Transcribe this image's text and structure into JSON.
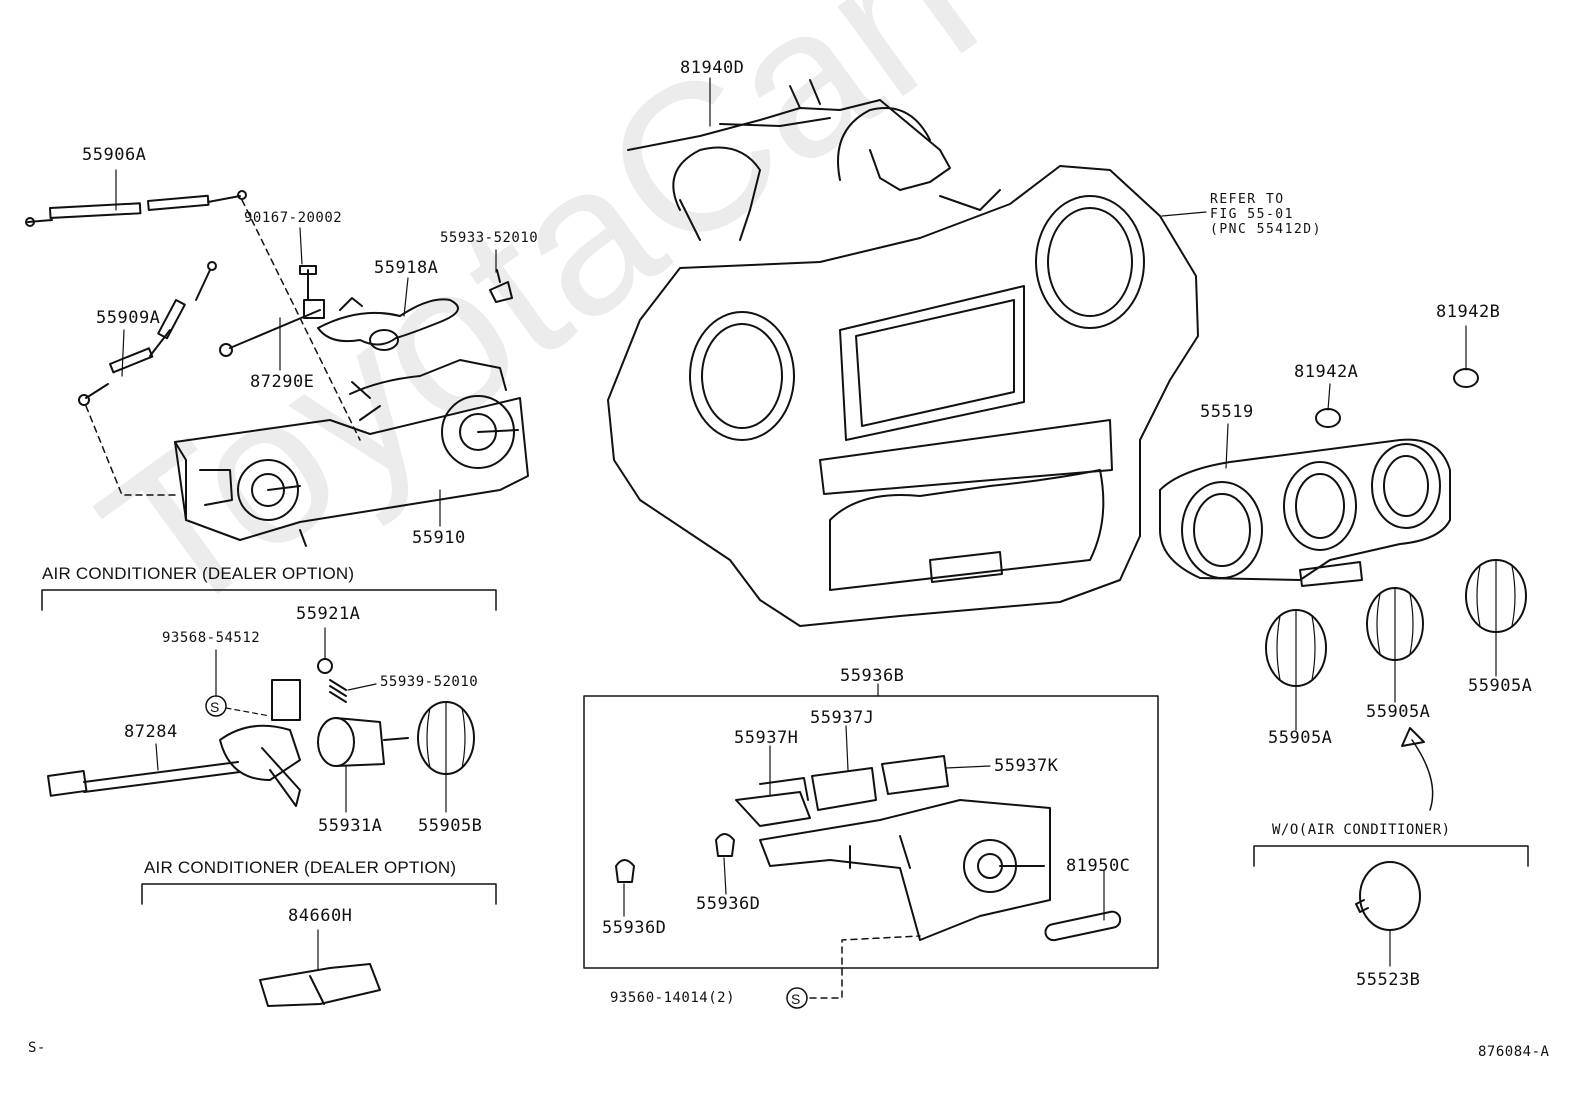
{
  "diagram": {
    "watermark": "ToyotaCarHelp.ru",
    "part_labels": {
      "p_55906A": "55906A",
      "p_90167": "90167-20002",
      "p_55933": "55933-52010",
      "p_55918A": "55918A",
      "p_55909A": "55909A",
      "p_87290E": "87290E",
      "p_55910": "55910",
      "p_55921A": "55921A",
      "p_93568": "93568-54512",
      "p_55939": "55939-52010",
      "p_87284": "87284",
      "p_55931A": "55931A",
      "p_55905B": "55905B",
      "p_84660H": "84660H",
      "p_81940D": "81940D",
      "p_81942B": "81942B",
      "p_81942A": "81942A",
      "p_55519": "55519",
      "p_55936B": "55936B",
      "p_55937J": "55937J",
      "p_55937H": "55937H",
      "p_55937K": "55937K",
      "p_81950C": "81950C",
      "p_55936D_a": "55936D",
      "p_55936D_b": "55936D",
      "p_93560": "93560-14014(2)",
      "p_55905A_a": "55905A",
      "p_55905A_b": "55905A",
      "p_55905A_c": "55905A",
      "p_55523B": "55523B"
    },
    "section_labels": {
      "ac_dealer_1": "AIR CONDITIONER (DEALER OPTION)",
      "ac_dealer_2": "AIR CONDITIONER (DEALER OPTION)",
      "wo_ac": "W/O(AIR CONDITIONER)"
    },
    "reference": {
      "line1": "REFER TO",
      "line2": "FIG 55-01",
      "line3": "(PNC 55412D)"
    },
    "symbols": {
      "s_mark": "S"
    },
    "footer": {
      "left": "S-",
      "right": "876084-A"
    }
  }
}
